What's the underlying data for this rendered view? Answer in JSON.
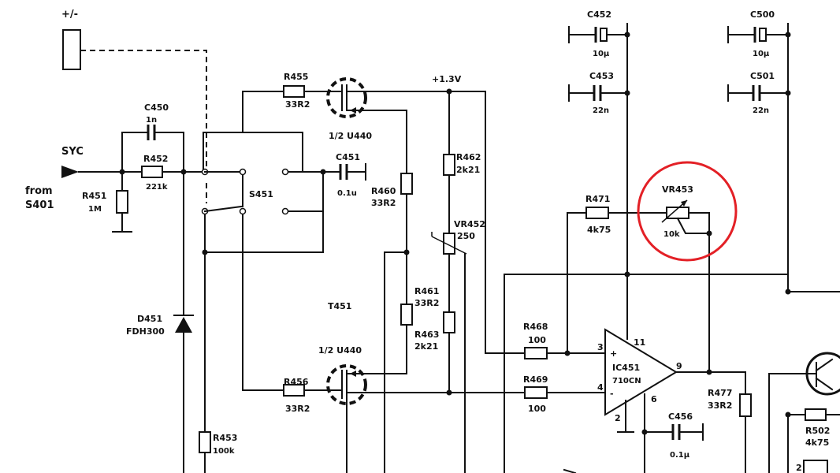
{
  "labels": {
    "pm": "+/-",
    "syc": "SYC",
    "from": "from",
    "s401": "S401",
    "c450": "C450",
    "c450_val": "1n",
    "r452": "R452",
    "r452_val": "221k",
    "r451": "R451",
    "r451_val": "1M",
    "s451": "S451",
    "r455": "R455",
    "r455_val": "33R2",
    "u440_top": "1/2 U440",
    "u440_bot": "1/2 U440",
    "c451": "C451",
    "c451_val": "0.1u",
    "r460": "R460",
    "r460_val": "33R2",
    "v13": "+1.3V",
    "r462": "R462",
    "r462_val": "2k21",
    "vr452": "VR452",
    "vr452_val": "250",
    "t451": "T451",
    "r461": "R461",
    "r461_val": "33R2",
    "r463": "R463",
    "r463_val": "2k21",
    "d451": "D451",
    "d451_val": "FDH300",
    "r456": "R456",
    "r456_val": "33R2",
    "r453": "R453",
    "r453_val": "100k",
    "c452": "C452",
    "c452_val": "10μ",
    "c453": "C453",
    "c453_val": "22n",
    "c500": "C500",
    "c500_val": "10μ",
    "c501": "C501",
    "c501_val": "22n",
    "r471": "R471",
    "r471_val": "4k75",
    "vr453": "VR453",
    "vr453_val": "10k",
    "r468": "R468",
    "r468_val": "100",
    "r469": "R469",
    "r469_val": "100",
    "ic451": "IC451",
    "ic451_val": "710CN",
    "pin3": "3",
    "pin4": "4",
    "pin11": "11",
    "pin9": "9",
    "pin6": "6",
    "pin2": "2",
    "plus": "+",
    "minus": "-",
    "r477": "R477",
    "r477_val": "33R2",
    "c456": "C456",
    "c456_val": "0.1μ",
    "r502": "R502",
    "r502_val": "4k75",
    "pin2b": "2"
  },
  "colors": {
    "ink": "#111111",
    "highlight": "#e32026",
    "background": "#ffffff"
  }
}
